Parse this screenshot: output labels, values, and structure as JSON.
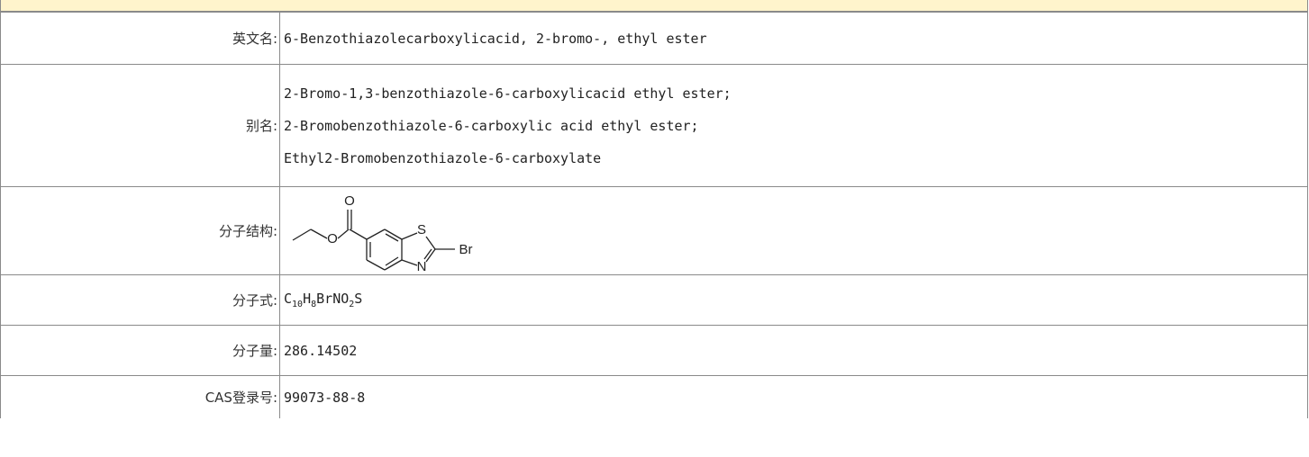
{
  "rows": {
    "english_name": {
      "label": "英文名:",
      "value": "6-Benzothiazolecarboxylicacid, 2-bromo-, ethyl ester"
    },
    "aliases": {
      "label": "别名:",
      "values": [
        "2-Bromo-1,3-benzothiazole-6-carboxylicacid ethyl ester;",
        "2-Bromobenzothiazole-6-carboxylic acid ethyl ester;",
        "Ethyl2-Bromobenzothiazole-6-carboxylate"
      ]
    },
    "structure": {
      "label": "分子结构:",
      "atoms": {
        "o_carbonyl": "O",
        "o_ester": "O",
        "s": "S",
        "n": "N",
        "br": "Br"
      }
    },
    "formula": {
      "label": "分子式:",
      "parts": [
        "C",
        "10",
        "H",
        "8",
        "BrNO",
        "2",
        "S"
      ]
    },
    "mol_weight": {
      "label": "分子量:",
      "value": "286.14502"
    },
    "cas": {
      "label": "CAS登录号:",
      "value": "99073-88-8"
    }
  }
}
